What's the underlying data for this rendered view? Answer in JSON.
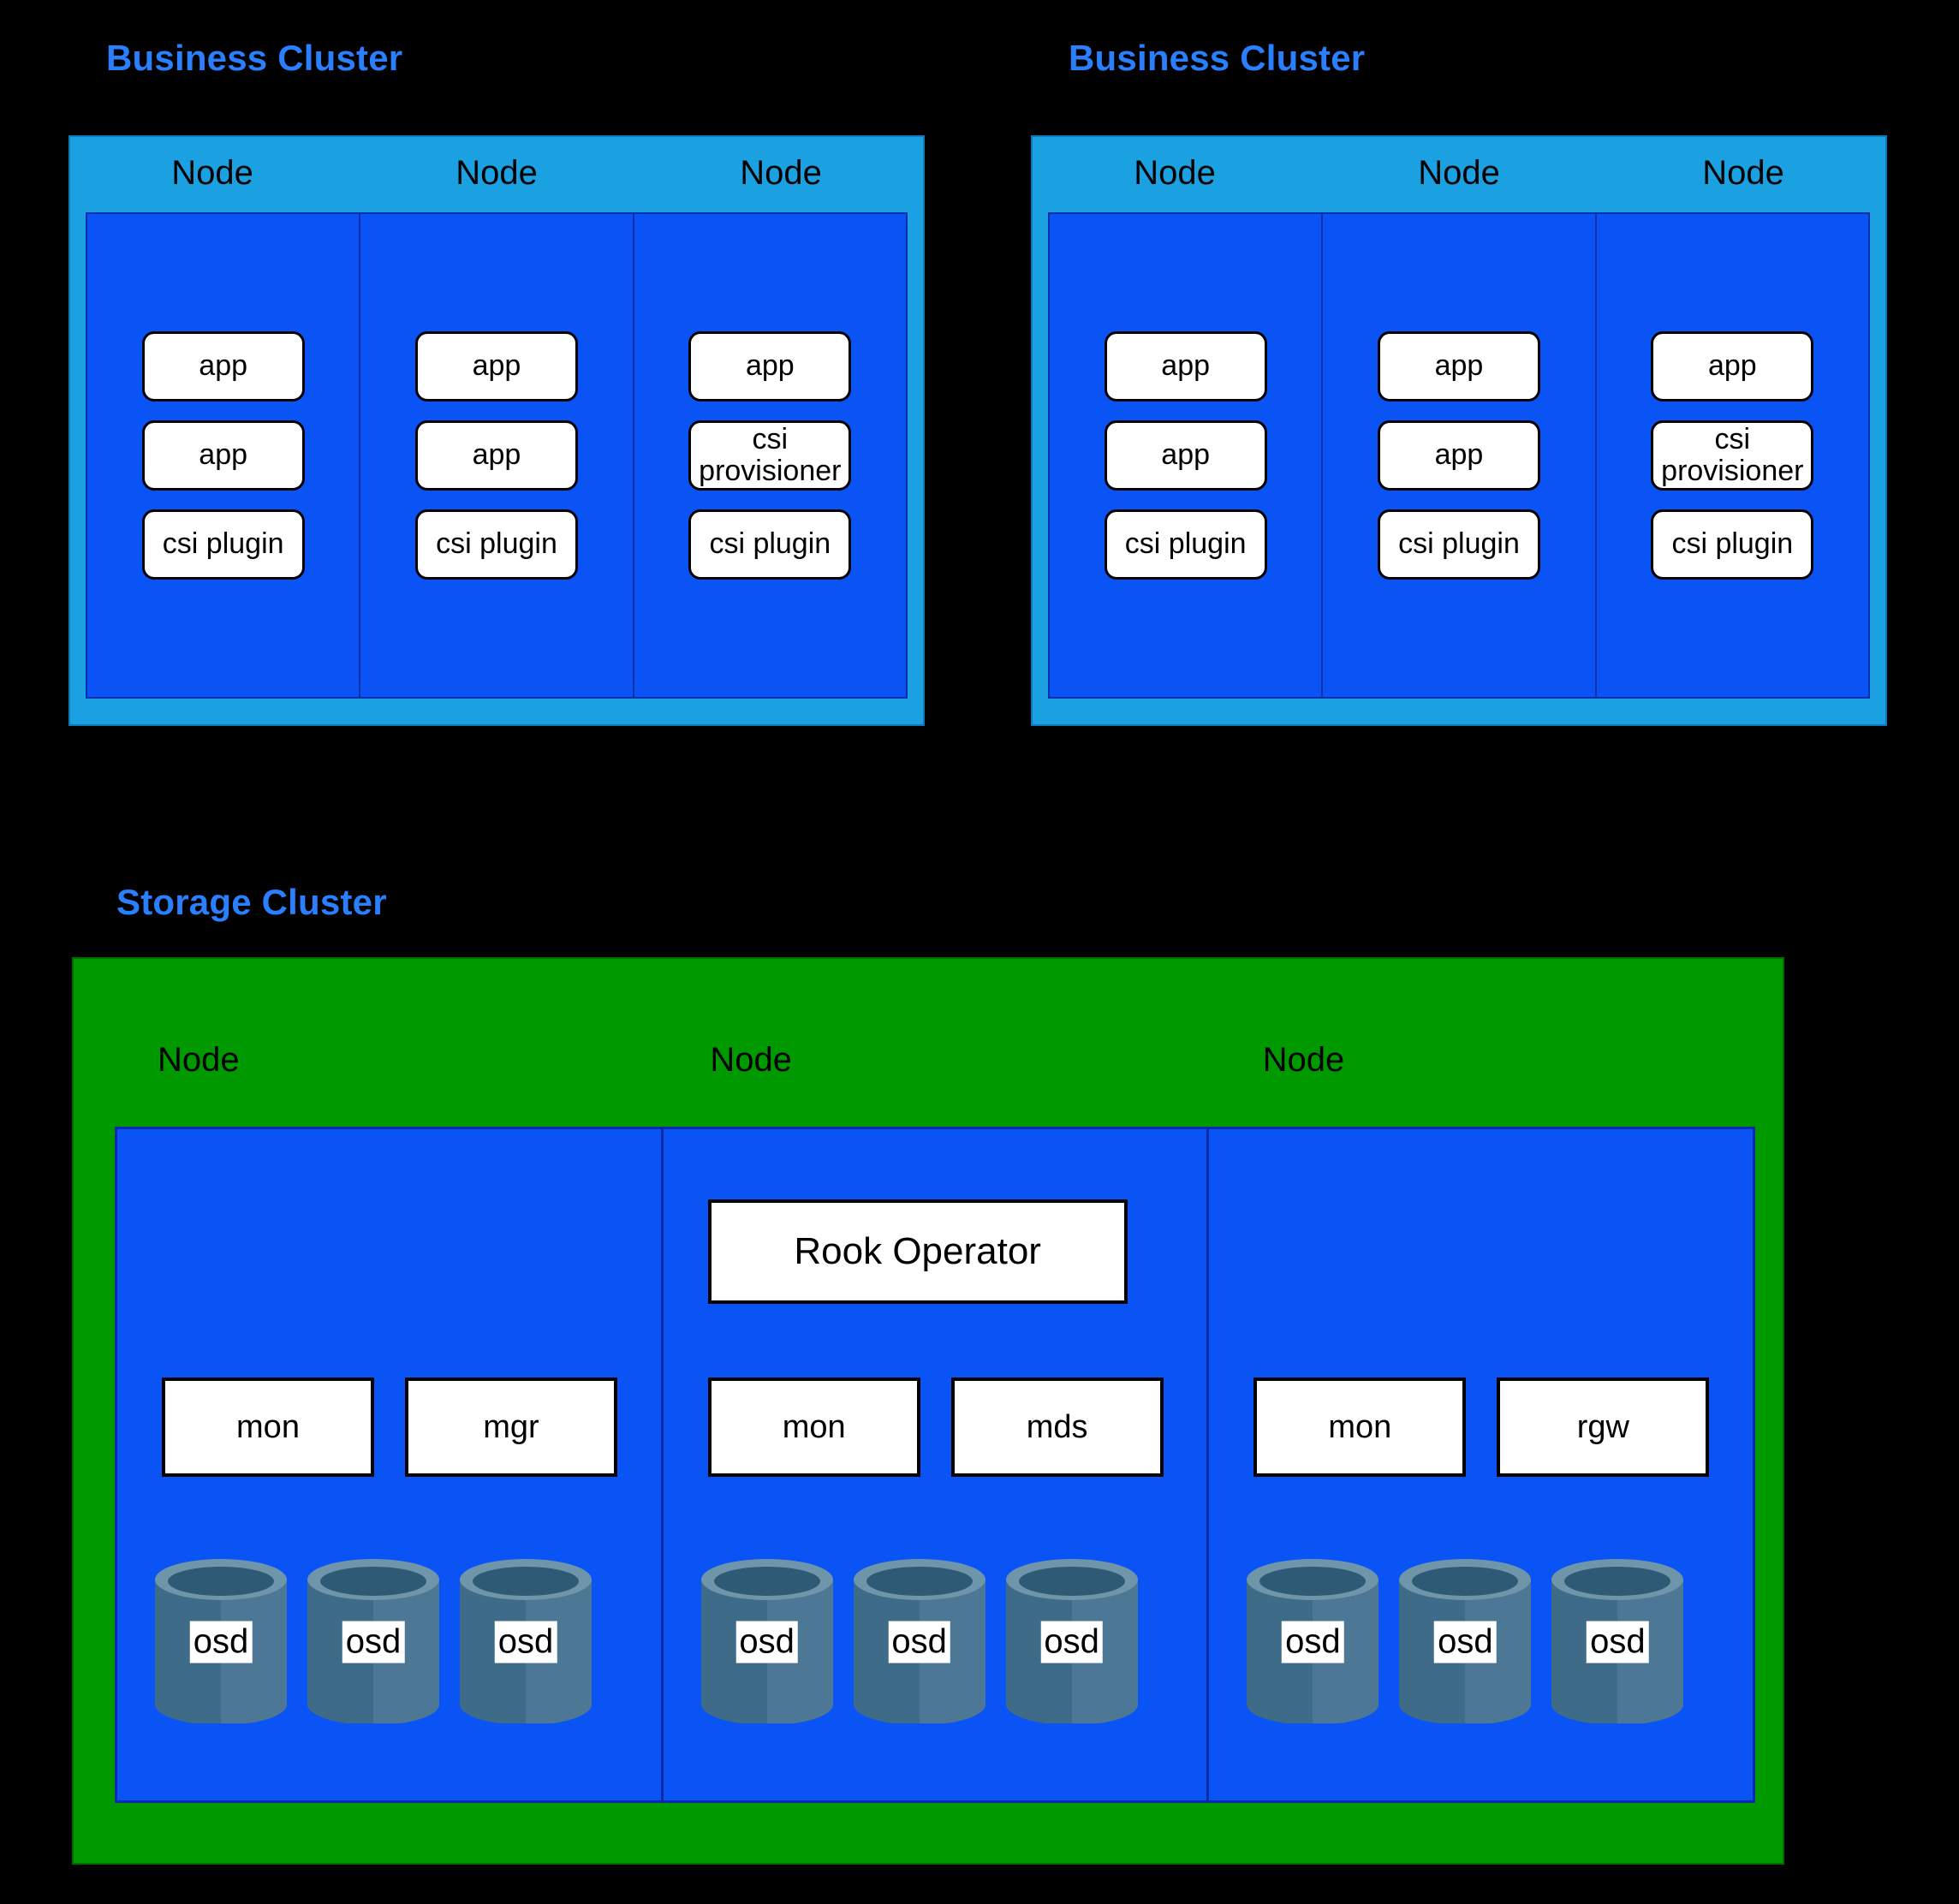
{
  "colors": {
    "background": "#000000",
    "title_blue": "#2a7fff",
    "business_cluster_bg": "#1BA1E2",
    "node_bg": "#0a53f5",
    "node_border": "#0c2fb0",
    "storage_cluster_bg": "#009900",
    "pod_bg": "#ffffff",
    "pod_border": "#000000",
    "osd_body": "#3e6b88",
    "osd_body_light": "#4c7896",
    "osd_rim": "#6f95ab",
    "osd_inner": "#2f5a76"
  },
  "business_clusters": [
    {
      "title": "Business Cluster",
      "nodes": [
        {
          "label": "Node",
          "pods": [
            "app",
            "app",
            "csi plugin"
          ]
        },
        {
          "label": "Node",
          "pods": [
            "app",
            "app",
            "csi plugin"
          ]
        },
        {
          "label": "Node",
          "pods": [
            "app",
            "csi\nprovisioner",
            "csi plugin"
          ]
        }
      ]
    },
    {
      "title": "Business Cluster",
      "nodes": [
        {
          "label": "Node",
          "pods": [
            "app",
            "app",
            "csi plugin"
          ]
        },
        {
          "label": "Node",
          "pods": [
            "app",
            "app",
            "csi plugin"
          ]
        },
        {
          "label": "Node",
          "pods": [
            "app",
            "csi\nprovisioner",
            "csi plugin"
          ]
        }
      ]
    }
  ],
  "storage_cluster": {
    "title": "Storage Cluster",
    "nodes": [
      {
        "label": "Node",
        "operator": null,
        "services": [
          "mon",
          "mgr"
        ],
        "osds": [
          "osd",
          "osd",
          "osd"
        ]
      },
      {
        "label": "Node",
        "operator": "Rook Operator",
        "services": [
          "mon",
          "mds"
        ],
        "osds": [
          "osd",
          "osd",
          "osd"
        ]
      },
      {
        "label": "Node",
        "operator": null,
        "services": [
          "mon",
          "rgw"
        ],
        "osds": [
          "osd",
          "osd",
          "osd"
        ]
      }
    ]
  }
}
